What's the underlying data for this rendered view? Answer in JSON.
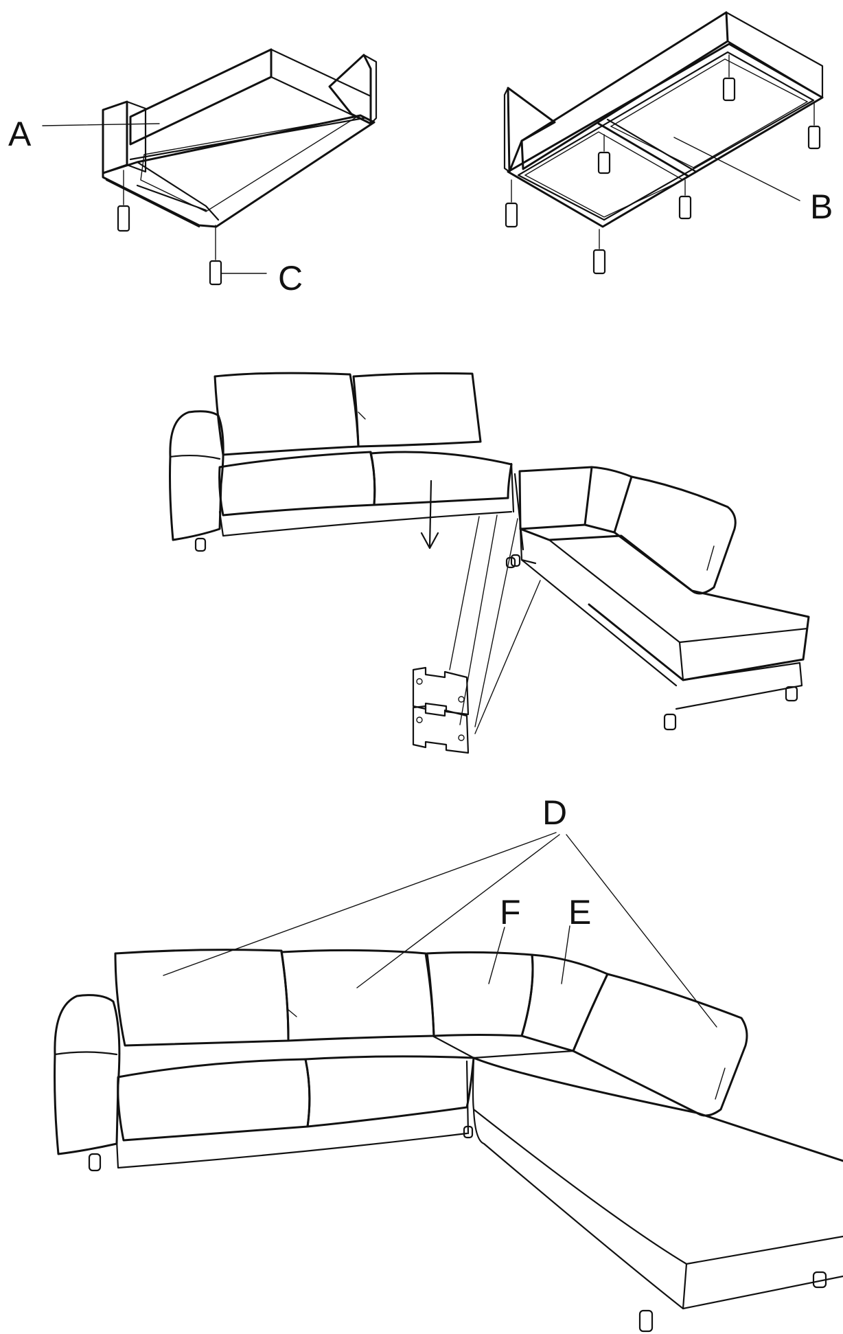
{
  "labels": {
    "a": "A",
    "b": "B",
    "c": "C",
    "d": "D",
    "e": "E",
    "f": "F"
  },
  "colors": {
    "ink": "#111111",
    "background": "#ffffff"
  }
}
